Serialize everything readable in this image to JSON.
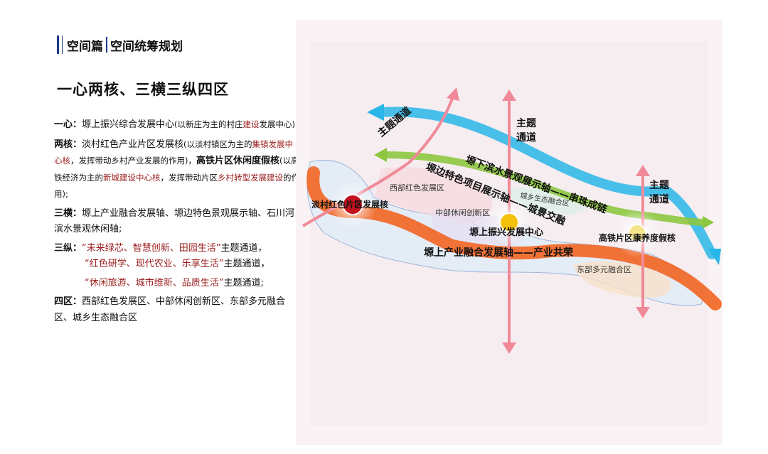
{
  "header": {
    "section": "空间篇",
    "subsection": "空间统筹规划"
  },
  "heading": "一心两核、三横三纵四区",
  "body": {
    "one_center": {
      "label": "一心：",
      "text": "塬上振兴综合发展中心",
      "note_a": "(以新庄为主的村庄",
      "note_b": "建设",
      "note_c": "发展中心);"
    },
    "two_cores": {
      "label": "两核：",
      "core1": "淡村红色产业片区发展核",
      "core1_note_a": "(以淡村镇区为主的",
      "core1_note_b": "集镇发展中心核",
      "core1_note_c": "，发挥带动乡村产业发展的作用)，",
      "core2": "高铁片区休闲度假核",
      "core2_note_a": "(以高铁经济为主的",
      "core2_note_b": "新城建设中心核",
      "core2_note_c": "，发挥带动片区",
      "core2_note_d": "乡村转型发展建设",
      "core2_note_e": "的作用);"
    },
    "three_horizontal": {
      "label": "三横：",
      "text": "塬上产业融合发展轴、塬边特色景观展示轴、石川河滨水景观休闲轴;"
    },
    "three_vertical": {
      "label": "三纵：",
      "item1_quote": "“未来绿芯、智慧创新、田园生活”",
      "item1_suffix": "主题通道，",
      "item2_quote": "“红色研学、现代农业、乐享生活”",
      "item2_suffix": "主题通道，",
      "item3_quote": "“休闲旅游、城市维新、品质生活”",
      "item3_suffix": "主题通道;"
    },
    "four_zones": {
      "label": "四区：",
      "text": "西部红色发展区、中部休闲创新区、东部多元融合区、城乡生态融合区"
    }
  },
  "map": {
    "label_theme_channel_diag": "主题通道",
    "label_theme_channel_mid": "主题\n通道",
    "label_theme_channel_right": "主题\n通道",
    "axis_waterside": "塬下滨水景观展示轴——串珠成链",
    "axis_edge": "塬边特色项目展示轴——城景交融",
    "axis_industry": "塬上产业融合发展轴——产业共荣",
    "core_west": "淡村红色片区发展核",
    "center": "塬上振兴发展中心",
    "core_east": "高铁片区康养度假核",
    "zone_west": "西部红色发展区",
    "zone_central": "中部休闲创新区",
    "zone_urban_rural": "城乡生态融合区",
    "zone_east": "东部多元融合区"
  },
  "colors": {
    "title_blue": "#1e3a8a",
    "accent_red": "#9b1c1c",
    "axis_orange": "#f26522",
    "axis_green": "#8dc63f",
    "axis_cyan": "#29b6e8",
    "arrow_pink": "#f08a98"
  }
}
